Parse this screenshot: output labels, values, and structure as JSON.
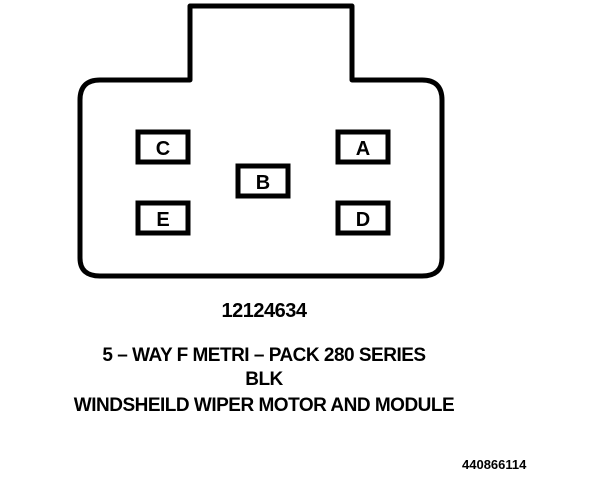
{
  "connector": {
    "pins": [
      {
        "id": "C",
        "label": "C"
      },
      {
        "id": "A",
        "label": "A"
      },
      {
        "id": "B",
        "label": "B"
      },
      {
        "id": "E",
        "label": "E"
      },
      {
        "id": "D",
        "label": "D"
      }
    ]
  },
  "captions": {
    "part_number": "12124634",
    "series": "5 – WAY F METRI – PACK 280 SERIES",
    "color": "BLK",
    "description": "WINDSHEILD WIPER MOTOR AND MODULE"
  },
  "figure_id": "440866114",
  "colors": {
    "line": "#000000",
    "background": "#ffffff"
  }
}
